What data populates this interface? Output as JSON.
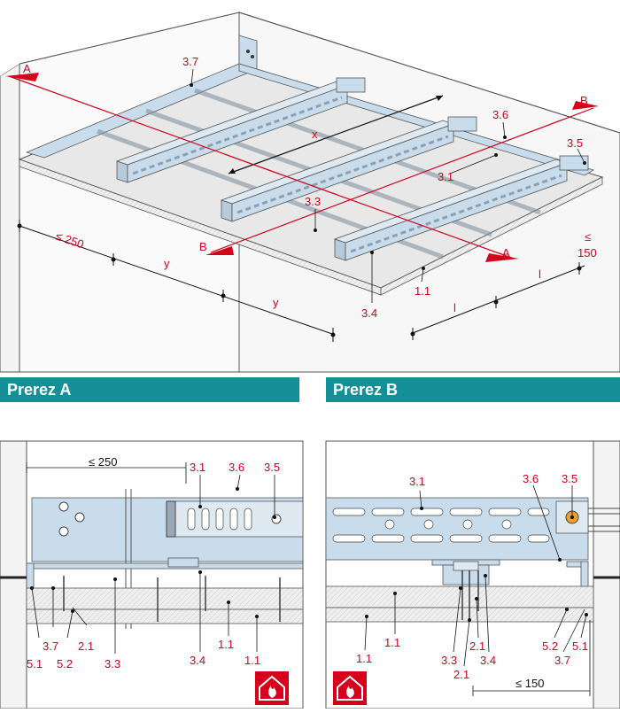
{
  "sections": {
    "a": "Prerez A",
    "b": "Prerez B"
  },
  "iso": {
    "cut_a_left": "A",
    "cut_a_right": "A",
    "cut_b_left": "B",
    "cut_b_right": "B",
    "l_3_7": "3.7",
    "l_3_6": "3.6",
    "l_3_5": "3.5",
    "l_3_1": "3.1",
    "l_3_3": "3.3",
    "l_3_4": "3.4",
    "l_1_1": "1.1",
    "dim_x": "x",
    "dim_250": "≤ 250",
    "dim_y1": "y",
    "dim_y2": "y",
    "dim_150a": "≤",
    "dim_150b": "150",
    "dim_l1": "l",
    "dim_l2": "l"
  },
  "section_a": {
    "dim_250": "≤ 250",
    "top_3_1": "3.1",
    "top_3_6": "3.6",
    "top_3_5": "3.5",
    "b_3_7": "3.7",
    "b_5_1": "5.1",
    "b_5_2": "5.2",
    "b_2_1": "2.1",
    "b_3_3": "3.3",
    "b_3_4": "3.4",
    "b_1_1a": "1.1",
    "b_1_1b": "1.1"
  },
  "section_b": {
    "top_3_1": "3.1",
    "top_3_6": "3.6",
    "top_3_5": "3.5",
    "b_1_1a": "1.1",
    "b_1_1b": "1.1",
    "b_3_3": "3.3",
    "b_2_1a": "2.1",
    "b_2_1b": "2.1",
    "b_3_4": "3.4",
    "b_5_2": "5.2",
    "b_5_1": "5.1",
    "b_3_7": "3.7",
    "dim_150": "≤ 150"
  },
  "colors": {
    "red": "#d6001c",
    "teal": "#148f95",
    "profile": "#c9dceb",
    "board": "#e6e6e6"
  },
  "icons": {
    "fire": "fire-protection-icon"
  }
}
